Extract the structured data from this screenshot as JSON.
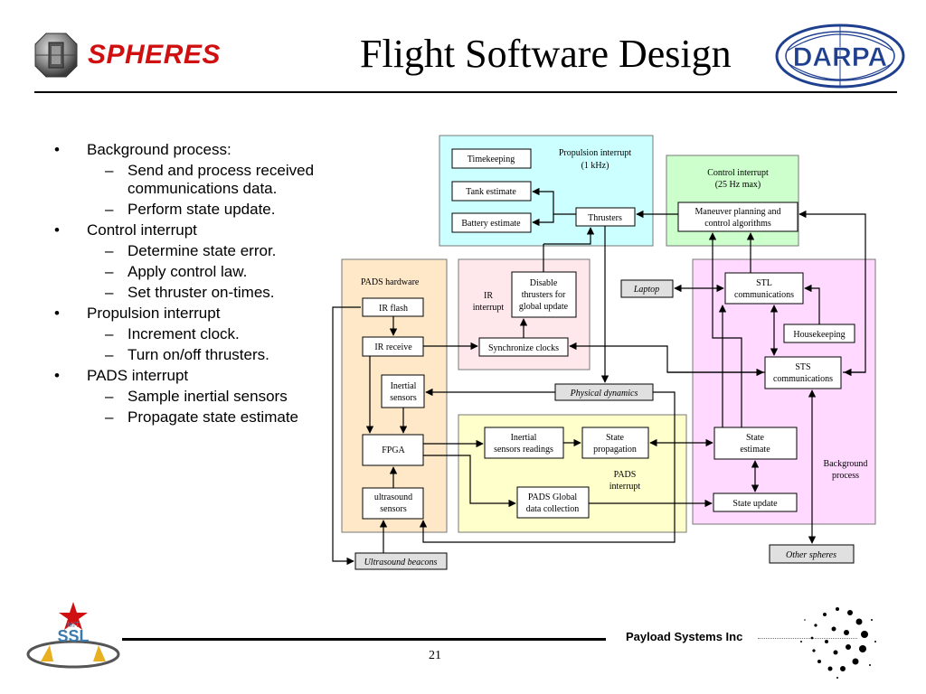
{
  "header": {
    "brand": "SPHERES",
    "title": "Flight Software Design",
    "darpa_text": "DARPA"
  },
  "bullets": [
    {
      "label": "Background process:",
      "sub": [
        "Send and process received communications data.",
        "Perform state update."
      ]
    },
    {
      "label": "Control interrupt",
      "sub": [
        "Determine state error.",
        "Apply control law.",
        "Set thruster on-times."
      ]
    },
    {
      "label": "Propulsion interrupt",
      "sub": [
        "Increment clock.",
        "Turn on/off thrusters."
      ]
    },
    {
      "label": "PADS interrupt",
      "sub": [
        "Sample inertial sensors",
        "Propagate state estimate"
      ]
    }
  ],
  "bullet_mark": "•",
  "sub_mark": "–",
  "diagram": {
    "regions": {
      "propulsion": "Propulsion interrupt",
      "propulsion_rate": "(1 kHz)",
      "control": "Control interrupt",
      "control_rate": "(25 Hz max)",
      "pads_hw": "PADS hardware",
      "ir_int_1": "IR",
      "ir_int_2": "interrupt",
      "pads_int_1": "PADS",
      "pads_int_2": "interrupt",
      "bg_1": "Background",
      "bg_2": "process"
    },
    "boxes": {
      "timekeeping": "Timekeeping",
      "tank_estimate": "Tank estimate",
      "battery_estimate": "Battery estimate",
      "thrusters": "Thrusters",
      "maneuver_1": "Maneuver planning and",
      "maneuver_2": "control algorithms",
      "ir_flash": "IR flash",
      "ir_receive": "IR receive",
      "inertial_sensors_1": "Inertial",
      "inertial_sensors_2": "sensors",
      "fpga": "FPGA",
      "ultrasound_1": "ultrasound",
      "ultrasound_2": "sensors",
      "disable_1": "Disable",
      "disable_2": "thrusters for",
      "disable_3": "global update",
      "sync_clocks": "Synchronize clocks",
      "inertial_readings_1": "Inertial",
      "inertial_readings_2": "sensors readings",
      "state_prop_1": "State",
      "state_prop_2": "propagation",
      "pads_global_1": "PADS Global",
      "pads_global_2": "data collection",
      "stl_1": "STL",
      "stl_2": "communications",
      "housekeeping": "Housekeeping",
      "sts_1": "STS",
      "sts_2": "communications",
      "state_est_1": "State",
      "state_est_2": "estimate",
      "state_update": "State update",
      "laptop": "Laptop",
      "physical_dynamics": "Physical dynamics",
      "ultrasound_beacons": "Ultrasound beacons",
      "other_spheres": "Other spheres"
    }
  },
  "footer": {
    "company": "Payload Systems Inc",
    "page": "21"
  },
  "colors": {
    "brand_red": "#d01010",
    "darpa_blue": "#1f3f8f",
    "propulsion_fill": "#ccffff",
    "control_fill": "#ccffcc",
    "pads_hw_fill": "#ffe8c8",
    "ir_int_fill": "#ffe8ec",
    "pads_int_fill": "#ffffcc",
    "background_fill": "#ffd9ff",
    "external_fill": "#e0e0e0"
  }
}
